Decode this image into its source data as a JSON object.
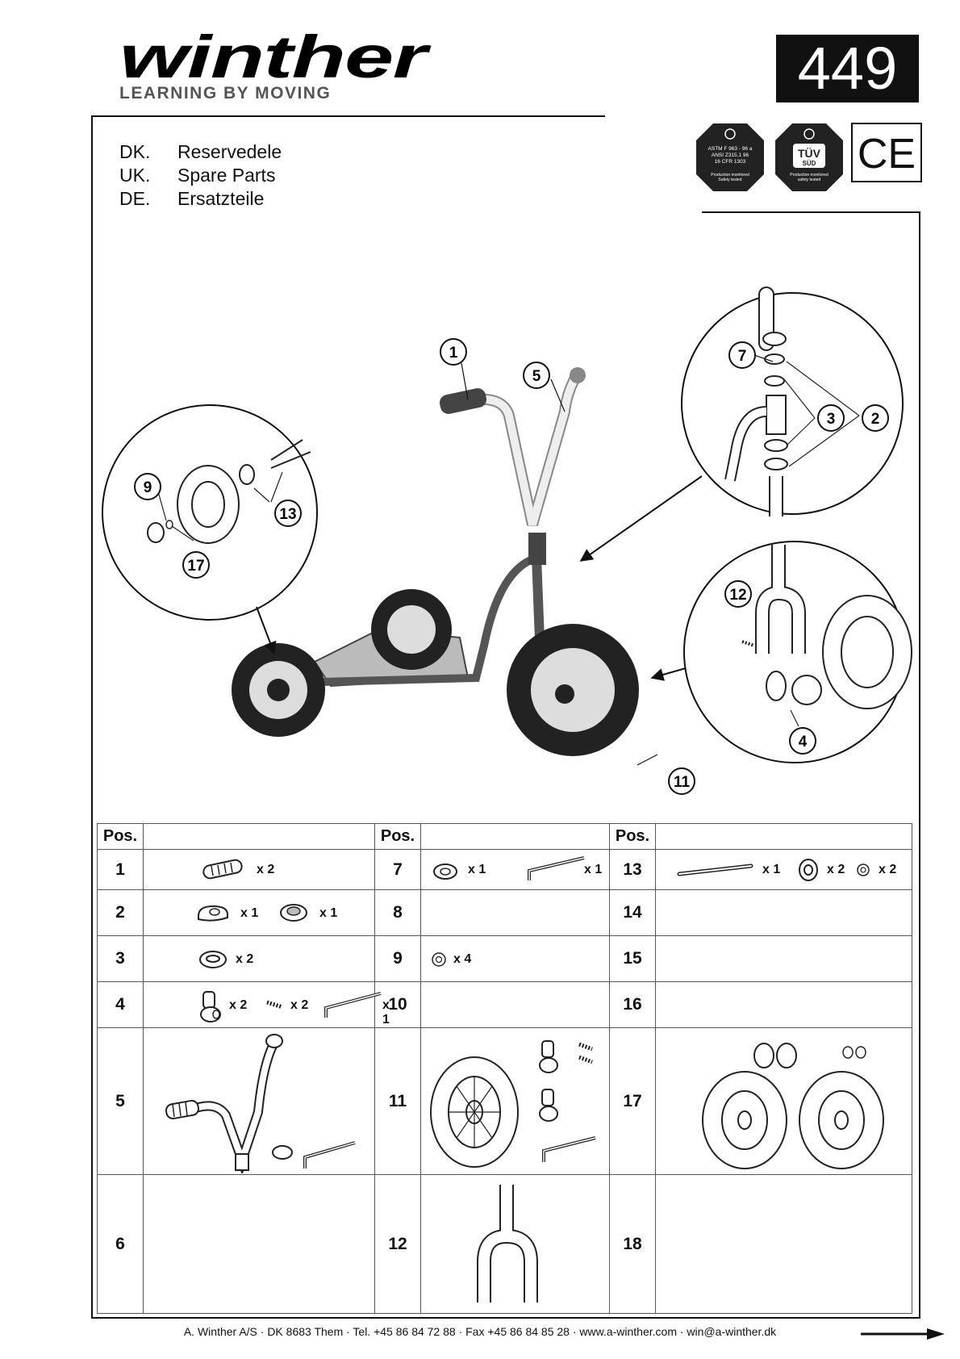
{
  "header": {
    "brand": "winther",
    "tagline": "LEARNING BY MOVING",
    "model_number": "449",
    "certifications": {
      "astm_lines": [
        "ASTM F 963 - 96 a",
        "ANSI Z315.1 96",
        "16 CFR 1303"
      ],
      "astm_bottom": "Production monitored Safety tested",
      "tuv_top": "TÜV",
      "tuv_sub": "SÜD",
      "tuv_bottom": "Production monitored safety tested",
      "ce": "CE"
    }
  },
  "languages": [
    {
      "code": "DK.",
      "label": "Reservedele"
    },
    {
      "code": "UK.",
      "label": "Spare Parts"
    },
    {
      "code": "DE.",
      "label": "Ersatzteile"
    }
  ],
  "illustration": {
    "callouts": [
      "1",
      "5",
      "7",
      "3",
      "2",
      "9",
      "13",
      "17",
      "12",
      "4",
      "11"
    ]
  },
  "table": {
    "header_label": "Pos.",
    "rows": [
      [
        {
          "pos": "1",
          "qty": [
            "x 2"
          ]
        },
        {
          "pos": "7",
          "qty": [
            "x 1",
            "x 1"
          ]
        },
        {
          "pos": "13",
          "qty": [
            "x 1",
            "x 2",
            "x 2"
          ]
        }
      ],
      [
        {
          "pos": "2",
          "qty": [
            "x 1",
            "x 1"
          ]
        },
        {
          "pos": "8",
          "qty": []
        },
        {
          "pos": "14",
          "qty": []
        }
      ],
      [
        {
          "pos": "3",
          "qty": [
            "x 2"
          ]
        },
        {
          "pos": "9",
          "qty": [
            "x 4"
          ]
        },
        {
          "pos": "15",
          "qty": []
        }
      ],
      [
        {
          "pos": "4",
          "qty": [
            "x 2",
            "x 2",
            "x 1"
          ]
        },
        {
          "pos": "10",
          "qty": []
        },
        {
          "pos": "16",
          "qty": []
        }
      ],
      [
        {
          "pos": "5",
          "qty": []
        },
        {
          "pos": "11",
          "qty": []
        },
        {
          "pos": "17",
          "qty": []
        }
      ],
      [
        {
          "pos": "6",
          "qty": []
        },
        {
          "pos": "12",
          "qty": []
        },
        {
          "pos": "18",
          "qty": []
        }
      ]
    ]
  },
  "footer": {
    "text": "A. Winther A/S · DK 8683 Them · Tel. +45 86 84 72 88 · Fax +45 86 84 85 28 · www.a-winther.com · win@a-winther.dk"
  }
}
